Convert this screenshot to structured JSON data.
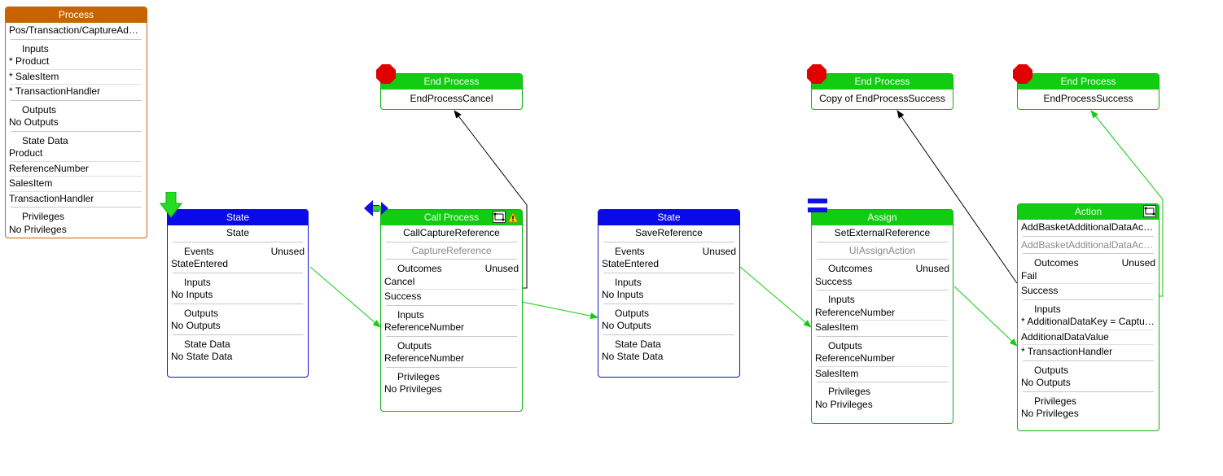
{
  "colors": {
    "process": "#c86400",
    "state": "#0a0ae6",
    "green": "#11cc11",
    "transition": "#11cc11",
    "link": "#000000",
    "stop": "#e00000"
  },
  "process": {
    "header": "Process",
    "name": "Pos/Transaction/CaptureAdd…",
    "inputs_title": "Inputs",
    "inputs": [
      "* Product",
      "* SalesItem",
      "* TransactionHandler"
    ],
    "outputs_title": "Outputs",
    "outputs": "No Outputs",
    "state_data_title": "State Data",
    "state_data": [
      "Product",
      "ReferenceNumber",
      "SalesItem",
      "TransactionHandler"
    ],
    "privileges_title": "Privileges",
    "privileges": "No Privileges"
  },
  "state1": {
    "header": "State",
    "name": "State",
    "events_title": "Events",
    "events_unused": "Unused",
    "events": "StateEntered",
    "inputs_title": "Inputs",
    "inputs": "No Inputs",
    "outputs_title": "Outputs",
    "outputs": "No Outputs",
    "state_data_title": "State Data",
    "state_data": "No State Data",
    "icon": "start-arrow-icon"
  },
  "call": {
    "header": "Call Process",
    "name": "CallCaptureReference",
    "sub": "CaptureReference",
    "outcomes_title": "Outcomes",
    "outcomes_unused": "Unused",
    "outcomes": [
      "Cancel",
      "Success"
    ],
    "inputs_title": "Inputs",
    "inputs": "ReferenceNumber",
    "outputs_title": "Outputs",
    "outputs": "ReferenceNumber",
    "privileges_title": "Privileges",
    "privileges": "No Privileges",
    "icons": [
      "call-process-icon",
      "map-icon",
      "warning-icon"
    ]
  },
  "state2": {
    "header": "State",
    "name": "SaveReference",
    "events_title": "Events",
    "events_unused": "Unused",
    "events": "StateEntered",
    "inputs_title": "Inputs",
    "inputs": "No Inputs",
    "outputs_title": "Outputs",
    "outputs": "No Outputs",
    "state_data_title": "State Data",
    "state_data": "No State Data"
  },
  "assign": {
    "header": "Assign",
    "name": "SetExternalReference",
    "sub": "UIAssignAction",
    "outcomes_title": "Outcomes",
    "outcomes_unused": "Unused",
    "outcomes": "Success",
    "inputs_title": "Inputs",
    "inputs": [
      "ReferenceNumber",
      "SalesItem"
    ],
    "outputs_title": "Outputs",
    "outputs": [
      "ReferenceNumber",
      "SalesItem"
    ],
    "privileges_title": "Privileges",
    "privileges": "No Privileges",
    "icon": "assign-equals-icon"
  },
  "action": {
    "header": "Action",
    "name": "AddBasketAdditionalDataActi…",
    "sub": "AddBasketAdditionalDataAct…",
    "outcomes_title": "Outcomes",
    "outcomes_unused": "Unused",
    "outcomes": [
      "Fail",
      "Success"
    ],
    "inputs_title": "Inputs",
    "inputs": [
      "* AdditionalDataKey = Captu…",
      "AdditionalDataValue",
      "* TransactionHandler"
    ],
    "outputs_title": "Outputs",
    "outputs": "No Outputs",
    "privileges_title": "Privileges",
    "privileges": "No Privileges",
    "icon": "map-icon"
  },
  "end_cancel": {
    "header": "End Process",
    "name": "EndProcessCancel",
    "icon": "stop-sign-icon"
  },
  "end_copy": {
    "header": "End Process",
    "name": "Copy of EndProcessSuccess",
    "icon": "stop-sign-icon"
  },
  "end_success": {
    "header": "End Process",
    "name": "EndProcessSuccess",
    "icon": "stop-sign-icon"
  }
}
